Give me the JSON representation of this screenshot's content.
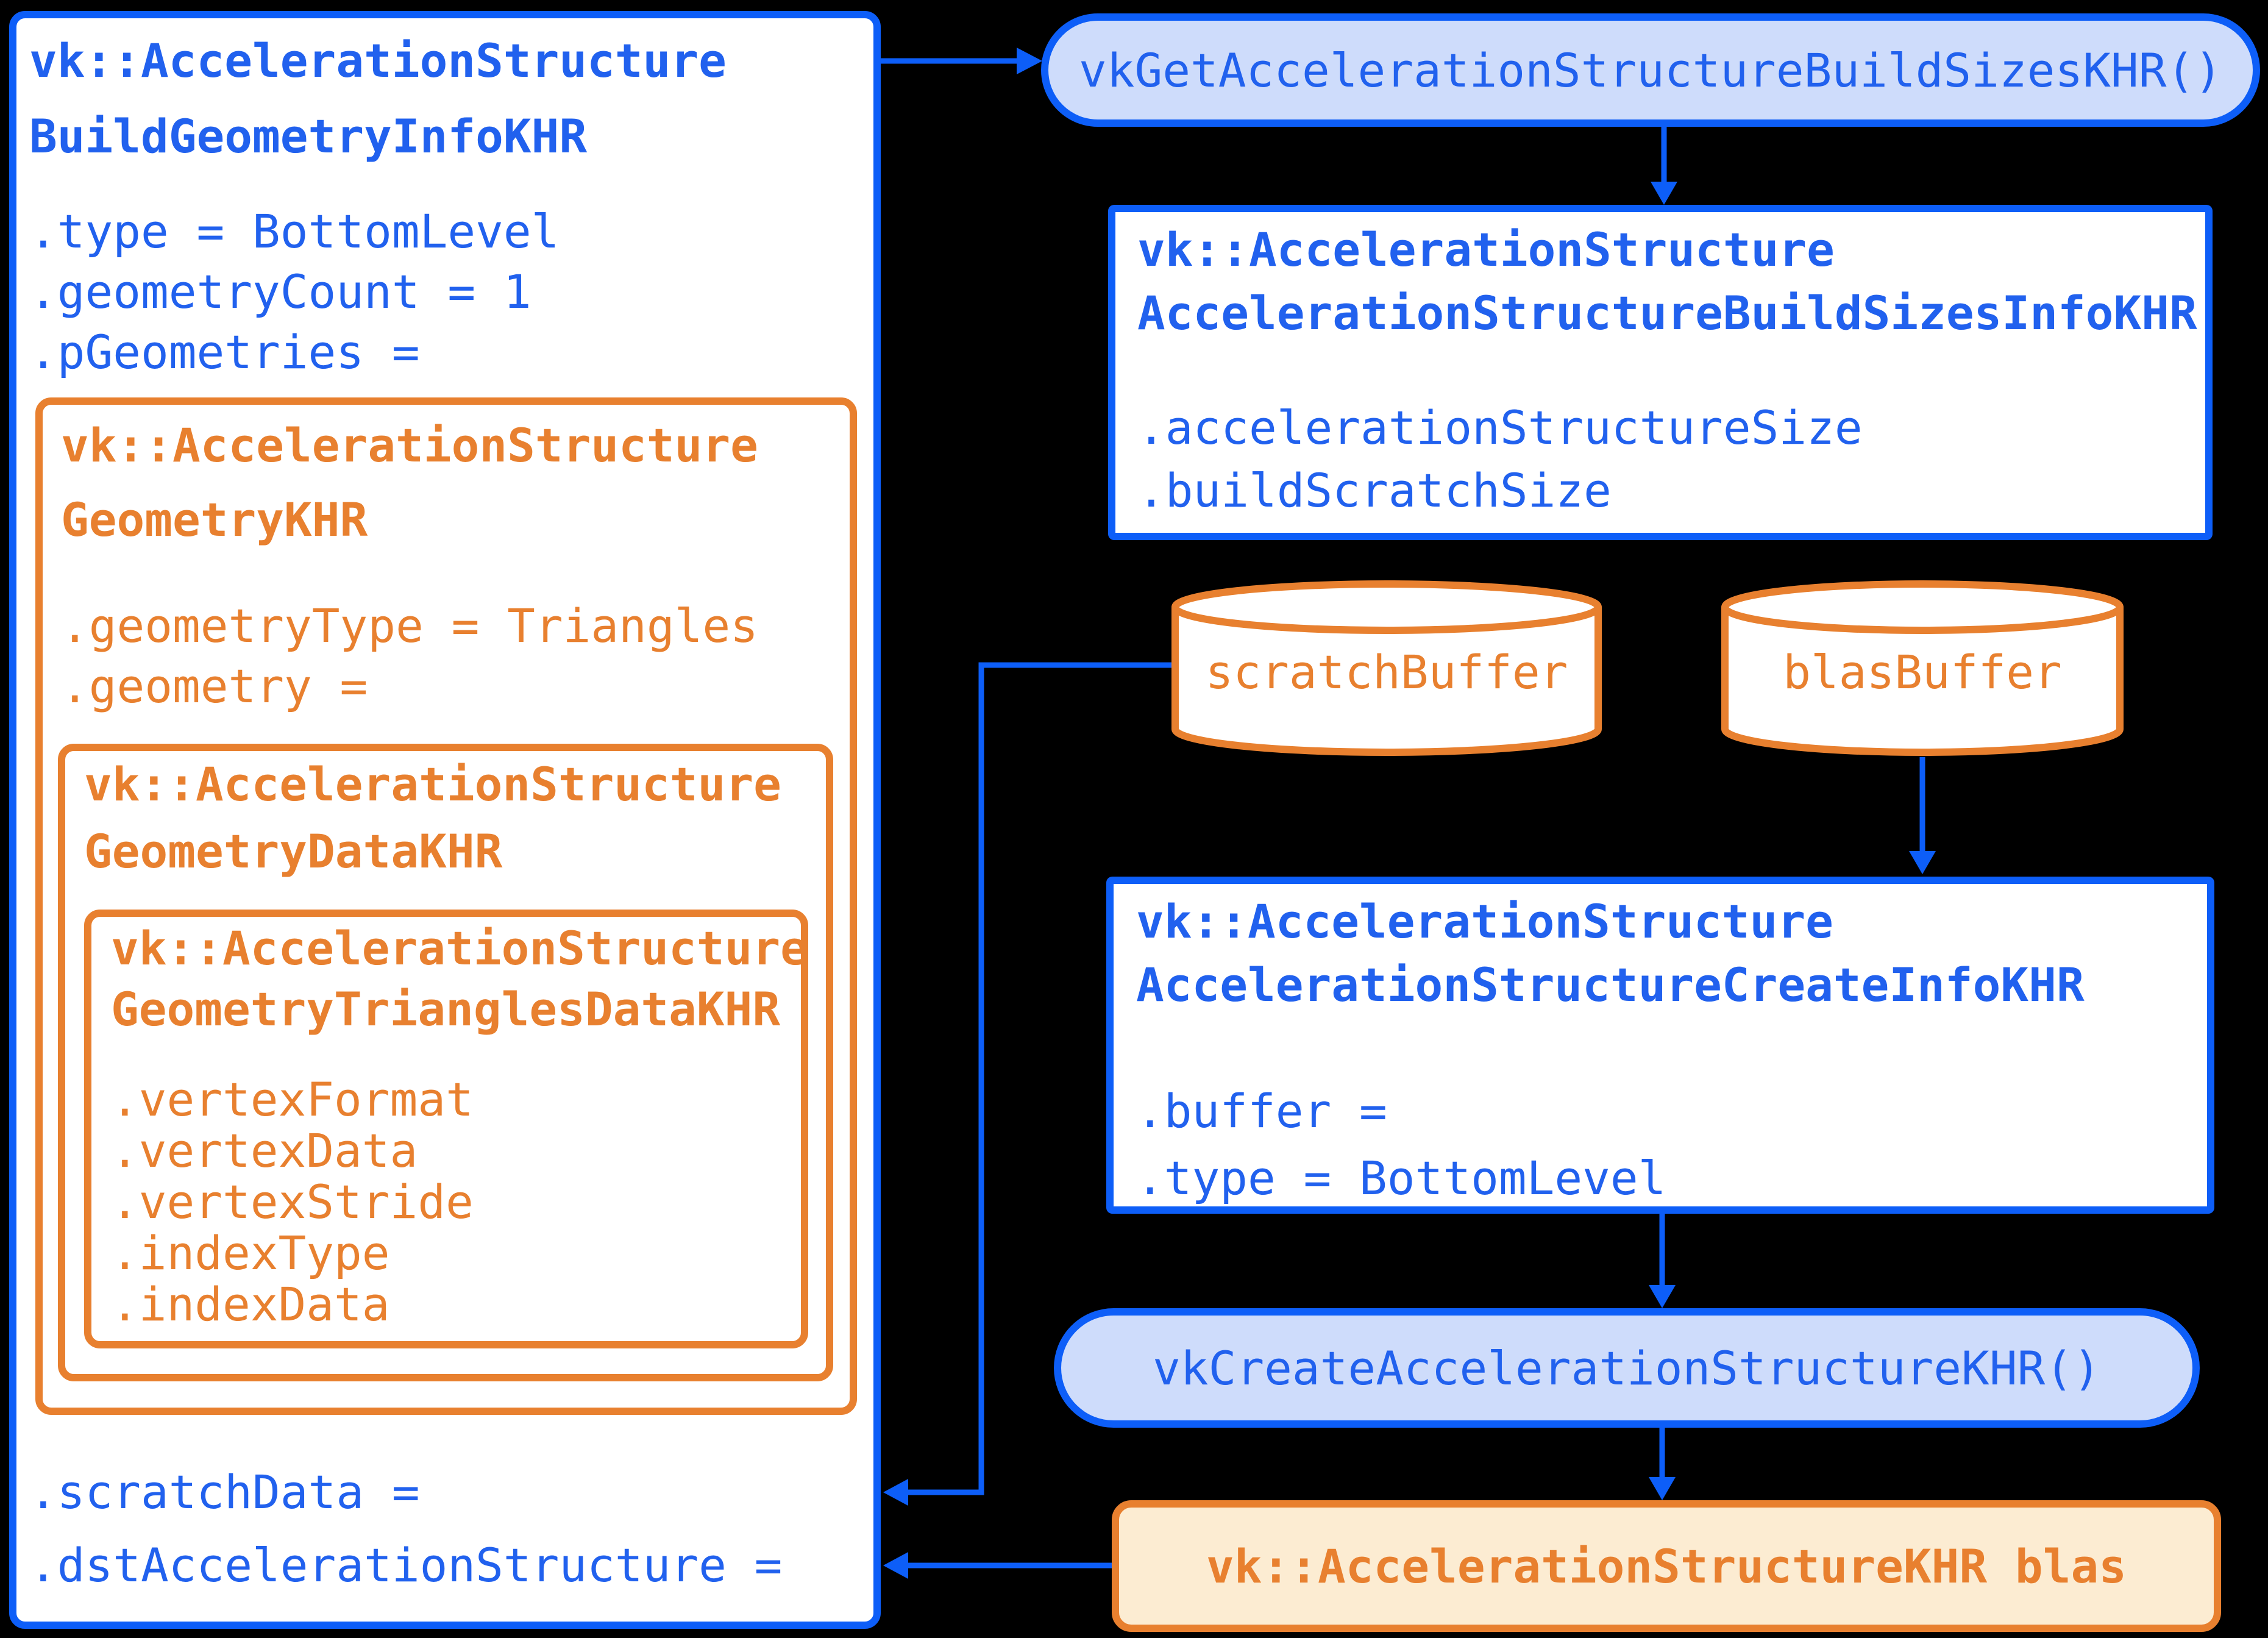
{
  "colors": {
    "background": "#000000",
    "blue": "#0d5ef8",
    "blue-text": "#2161ee",
    "light-blue": "#cedcfb",
    "orange": "#e8802f",
    "light-orange": "#fcecd2",
    "white": "#ffffff"
  },
  "build_geometry_info_box": {
    "title": "vk::AccelerationStructure\nBuildGeometryInfoKHR",
    "fields": [
      ".type = BottomLevel",
      ".geometryCount = 1",
      ".pGeometries ="
    ],
    "scratch_field": ".scratchData =",
    "dst_field": ".dstAccelerationStructure ="
  },
  "geometry_box": {
    "title": "vk::AccelerationStructure\nGeometryKHR",
    "fields": [
      ".geometryType = Triangles",
      ".geometry ="
    ]
  },
  "geometry_data_box": {
    "title": "vk::AccelerationStructure\nGeometryDataKHR"
  },
  "triangles_data_box": {
    "title": "vk::AccelerationStructure\nGeometryTrianglesDataKHR",
    "fields": [
      ".vertexFormat",
      ".vertexData",
      ".vertexStride",
      ".indexType",
      ".indexData"
    ]
  },
  "get_build_sizes_pill": {
    "label": "vkGetAccelerationStructureBuildSizesKHR()"
  },
  "build_sizes_info_box": {
    "title": "vk::AccelerationStructure\nAccelerationStructureBuildSizesInfoKHR",
    "fields": [
      ".accelerationStructureSize",
      ".buildScratchSize"
    ]
  },
  "buffers": {
    "scratch_label": "scratchBuffer",
    "blas_label": "blasBuffer"
  },
  "create_info_box": {
    "title": "vk::AccelerationStructure\nAccelerationStructureCreateInfoKHR",
    "fields": [
      ".buffer =",
      ".type = BottomLevel"
    ]
  },
  "create_pill": {
    "label": "vkCreateAccelerationStructureKHR()"
  },
  "blas_node": {
    "label": "vk::AccelerationStructureKHR blas"
  }
}
